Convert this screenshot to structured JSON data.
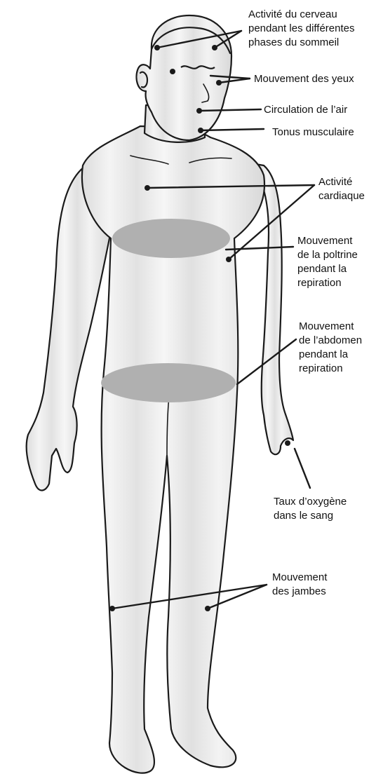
{
  "colors": {
    "outline": "#1a1a1a",
    "skin": "#eeeeee",
    "band": "#b0b0b0",
    "text": "#111111"
  },
  "labels": {
    "brain": "Activité du cerveau\npendant les différentes\nphases du sommeil",
    "eyes": "Mouvement des yeux",
    "air": "Circulation de l’air",
    "muscle": "Tonus musculaire",
    "heart": "Activité\ncardiaque",
    "chest": "Mouvement\nde la poltrine\npendant la\nrepiration",
    "abdomen": "Mouvement\nde l’abdomen\npendant la\nrepiration",
    "oxygen": "Taux d’oxygène\ndans le sang",
    "legs": "Mouvement\ndes jambes"
  }
}
